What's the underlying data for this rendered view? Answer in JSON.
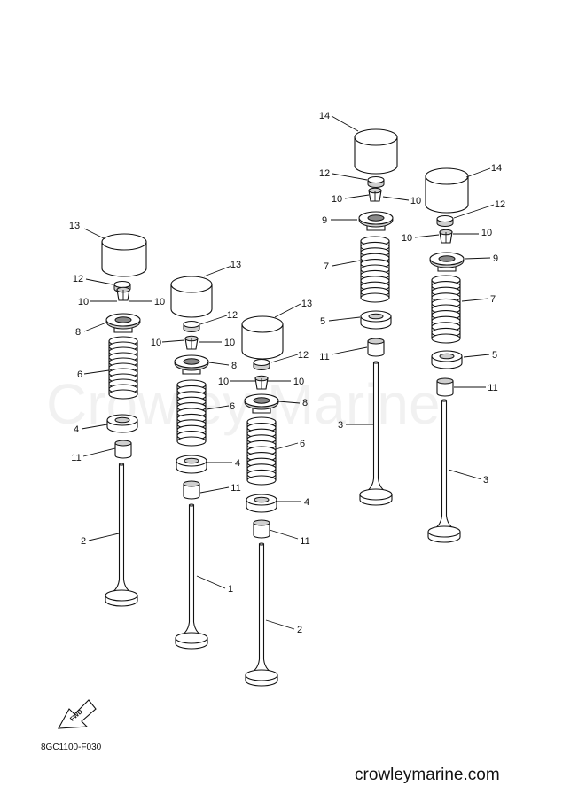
{
  "watermark": "Crowley Marine",
  "diagram_code": "8GC1100-F030",
  "site_url": "crowleymarine.com",
  "fwd_label": "FWD",
  "part_numbers": {
    "p1": "1",
    "p2": "2",
    "p3": "3",
    "p4": "4",
    "p5": "5",
    "p6": "6",
    "p7": "7",
    "p8": "8",
    "p9": "9",
    "p10": "10",
    "p11": "11",
    "p12": "12",
    "p13": "13",
    "p14": "14"
  },
  "valve_assemblies": [
    {
      "valve_part": "2",
      "spring_part": "6",
      "retainer_part": "8",
      "seat_part": "4",
      "lifter_part": "13"
    },
    {
      "valve_part": "1",
      "spring_part": "6",
      "retainer_part": "8",
      "seat_part": "4",
      "lifter_part": "13"
    },
    {
      "valve_part": "2",
      "spring_part": "6",
      "retainer_part": "8",
      "seat_part": "4",
      "lifter_part": "13"
    },
    {
      "valve_part": "3",
      "spring_part": "7",
      "retainer_part": "9",
      "seat_part": "5",
      "lifter_part": "14"
    },
    {
      "valve_part": "3",
      "spring_part": "7",
      "retainer_part": "9",
      "seat_part": "5",
      "lifter_part": "14"
    }
  ]
}
